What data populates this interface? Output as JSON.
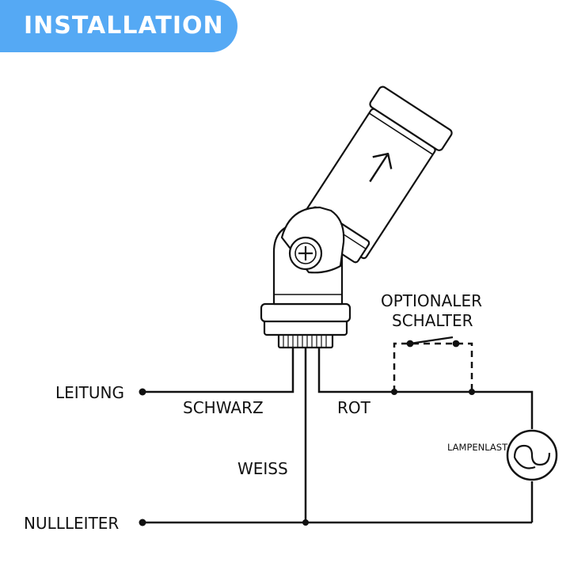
{
  "header": {
    "title": "INSTALLATION",
    "accent_color": "#55a9f4"
  },
  "diagram": {
    "device": {
      "arrow_icon": "arrow-up-right-icon",
      "screw_icon": "screw-head-icon"
    },
    "terminals": {
      "line": "LEITUNG",
      "neutral": "NULLLEITER"
    },
    "wires": {
      "black": "SCHWARZ",
      "red": "ROT",
      "white": "WEISS"
    },
    "optional_switch": {
      "line1": "OPTIONALER",
      "line2": "SCHALTER"
    },
    "load": {
      "label": "LAMPENLAST",
      "icon": "lamp-symbol-icon"
    }
  }
}
